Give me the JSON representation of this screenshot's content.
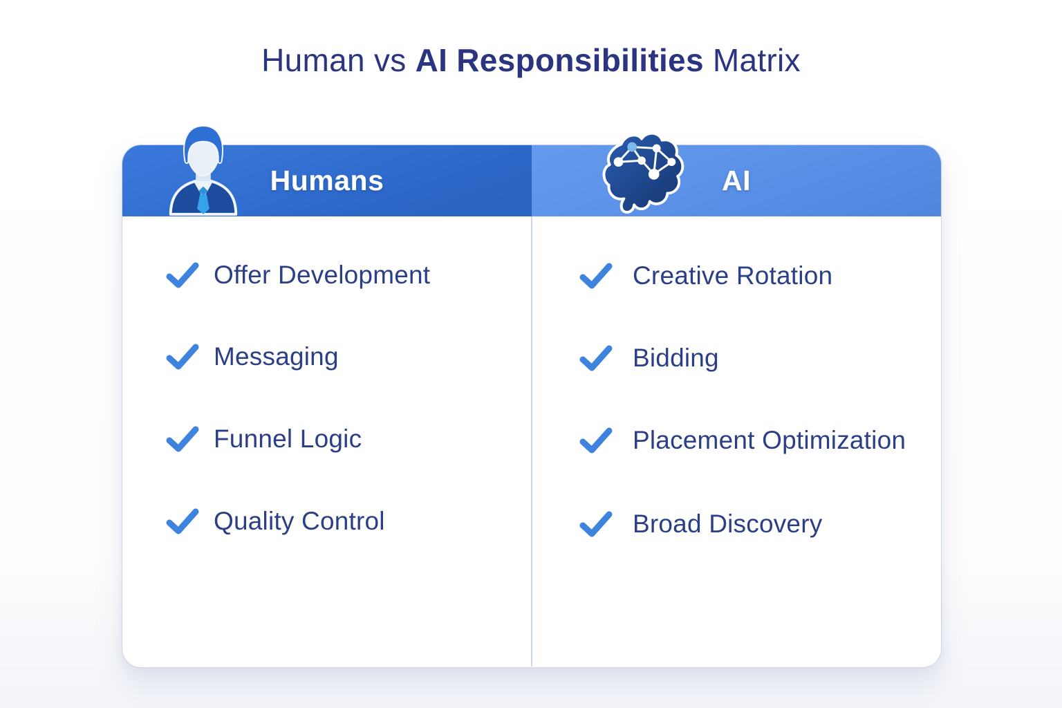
{
  "title": {
    "prefix": "Human vs",
    "bold": "AI Responsibilities",
    "suffix": "Matrix"
  },
  "columns": [
    {
      "label": "Humans",
      "icon": "person-icon",
      "items": [
        "Offer Development",
        "Messaging",
        "Funnel Logic",
        "Quality Control"
      ]
    },
    {
      "label": "AI",
      "icon": "brain-icon",
      "items": [
        "Creative Rotation",
        "Bidding",
        "Placement Optimization",
        "Broad Discovery"
      ]
    }
  ],
  "icons": {
    "bullet": "check-icon"
  },
  "colors": {
    "title_text": "#2a3480",
    "header_humans": "#2e6cc9",
    "header_ai": "#5a90e8",
    "header_text": "#ffffff",
    "item_text": "#2a3f86",
    "checkmark": "#3e84df",
    "divider": "#ccd4ea",
    "card_background": "#ffffff"
  }
}
